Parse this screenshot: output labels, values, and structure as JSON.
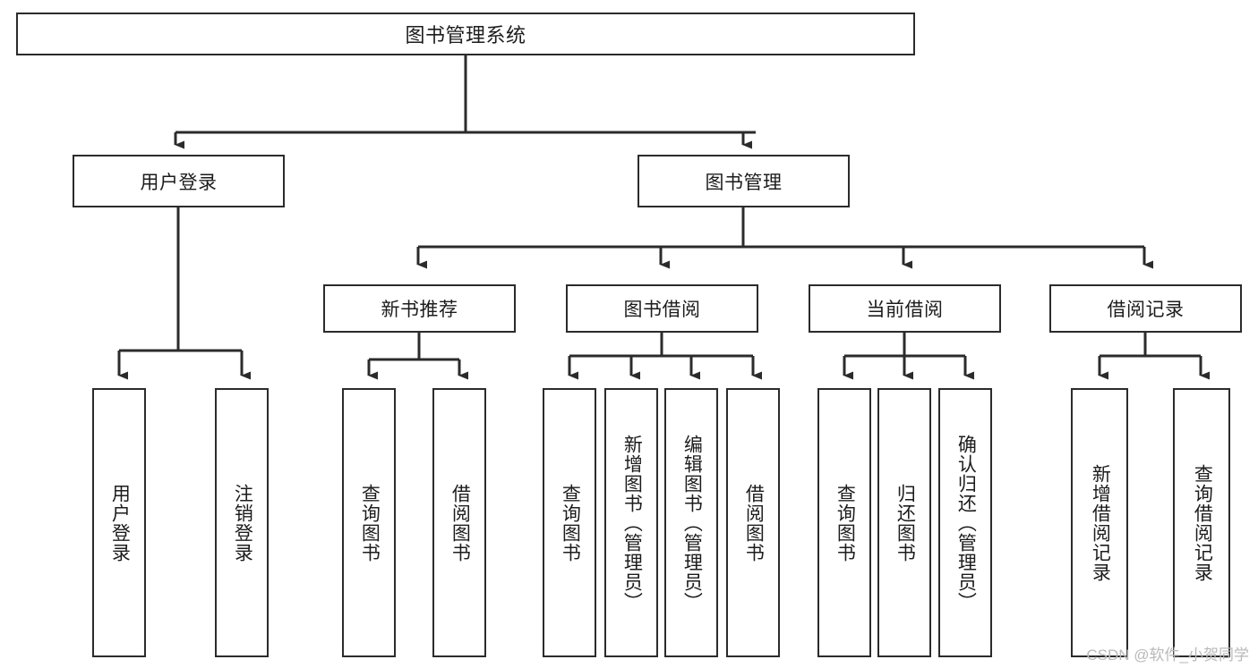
{
  "diagram": {
    "title": "图书管理系统",
    "type": "tree-hierarchy-chart",
    "watermark": "CSDN @软件_小贺同学",
    "colors": {
      "background": "#ffffff",
      "border": "#2b2b2b",
      "text": "#1c1c1c",
      "connector": "#2b2b2b",
      "watermark": "#b9b9b9"
    },
    "root": {
      "label": "图书管理系统"
    },
    "level2": [
      {
        "label": "用户登录"
      },
      {
        "label": "图书管理"
      }
    ],
    "level3": [
      {
        "label": "新书推荐"
      },
      {
        "label": "图书借阅"
      },
      {
        "label": "当前借阅"
      },
      {
        "label": "借阅记录"
      }
    ],
    "leaves": {
      "user_login": [
        {
          "label": "用户登录"
        },
        {
          "label": "注销登录"
        }
      ],
      "new_book_recommend": [
        {
          "label": "查询图书"
        },
        {
          "label": "借阅图书"
        }
      ],
      "book_borrow": [
        {
          "label": "查询图书"
        },
        {
          "label": "新增图书（管理员）"
        },
        {
          "label": "编辑图书（管理员）"
        },
        {
          "label": "借阅图书"
        }
      ],
      "current_borrow": [
        {
          "label": "查询图书"
        },
        {
          "label": "归还图书"
        },
        {
          "label": "确认归还（管理员）"
        }
      ],
      "borrow_record": [
        {
          "label": "新增借阅记录"
        },
        {
          "label": "查询借阅记录"
        }
      ]
    }
  }
}
